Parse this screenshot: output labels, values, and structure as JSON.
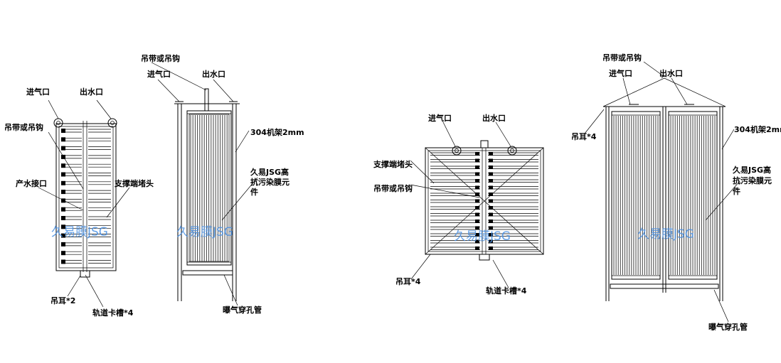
{
  "colors": {
    "line": "#000000",
    "watermark": "#4a90e2",
    "background": "#ffffff"
  },
  "labels": {
    "inlet_air": "进气口",
    "water_outlet": "出水口",
    "sling_or_hook": "吊带或吊钩",
    "permeate_port": "产水接口",
    "support_end_cap": "支撑端堵头",
    "lifting_lug_2": "吊耳*2",
    "lifting_lug_4": "吊耳*4",
    "rail_slot_4": "轨道卡槽*4",
    "frame_304": "304机架2mm",
    "membrane_line1": "久易JSG高",
    "membrane_line2": "抗污染膜元",
    "membrane_line3": "件",
    "aeration_pipe": "曝气穿孔管"
  },
  "watermark": "久易膜JSG"
}
